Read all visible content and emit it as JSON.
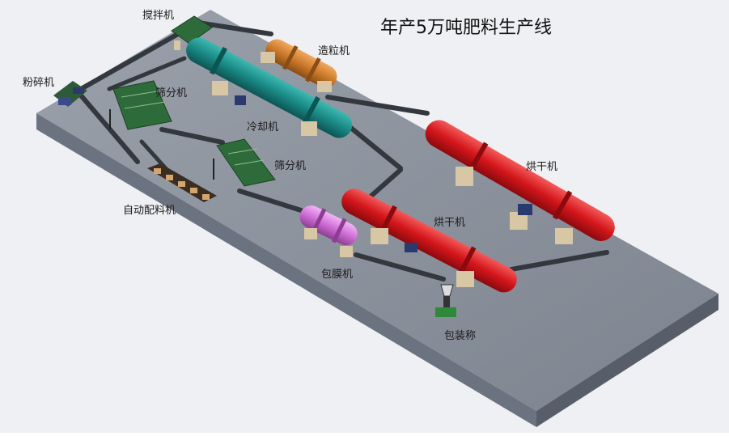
{
  "title": "年产5万吨肥料生产线",
  "labels": {
    "mixer": "搅拌机",
    "crusher": "粉碎机",
    "screener1": "筛分机",
    "granulator": "造粒机",
    "cooler": "冷却机",
    "screener2": "筛分机",
    "batcher": "自动配料机",
    "dryer1": "烘干机",
    "dryer2": "烘干机",
    "coater": "包膜机",
    "packer": "包装称"
  },
  "colors": {
    "background": "#eef0f3",
    "platform_top": "#8d949f",
    "platform_front": "#6b7280",
    "platform_side": "#585e69",
    "cooler": "#1a8a86",
    "granulator": "#cc7a2a",
    "dryer": "#d4161b",
    "coater": "#cf6fd6",
    "machine_green": "#2e6b3a",
    "conveyor": "#3a3f47",
    "base": "#d8c7a4"
  }
}
